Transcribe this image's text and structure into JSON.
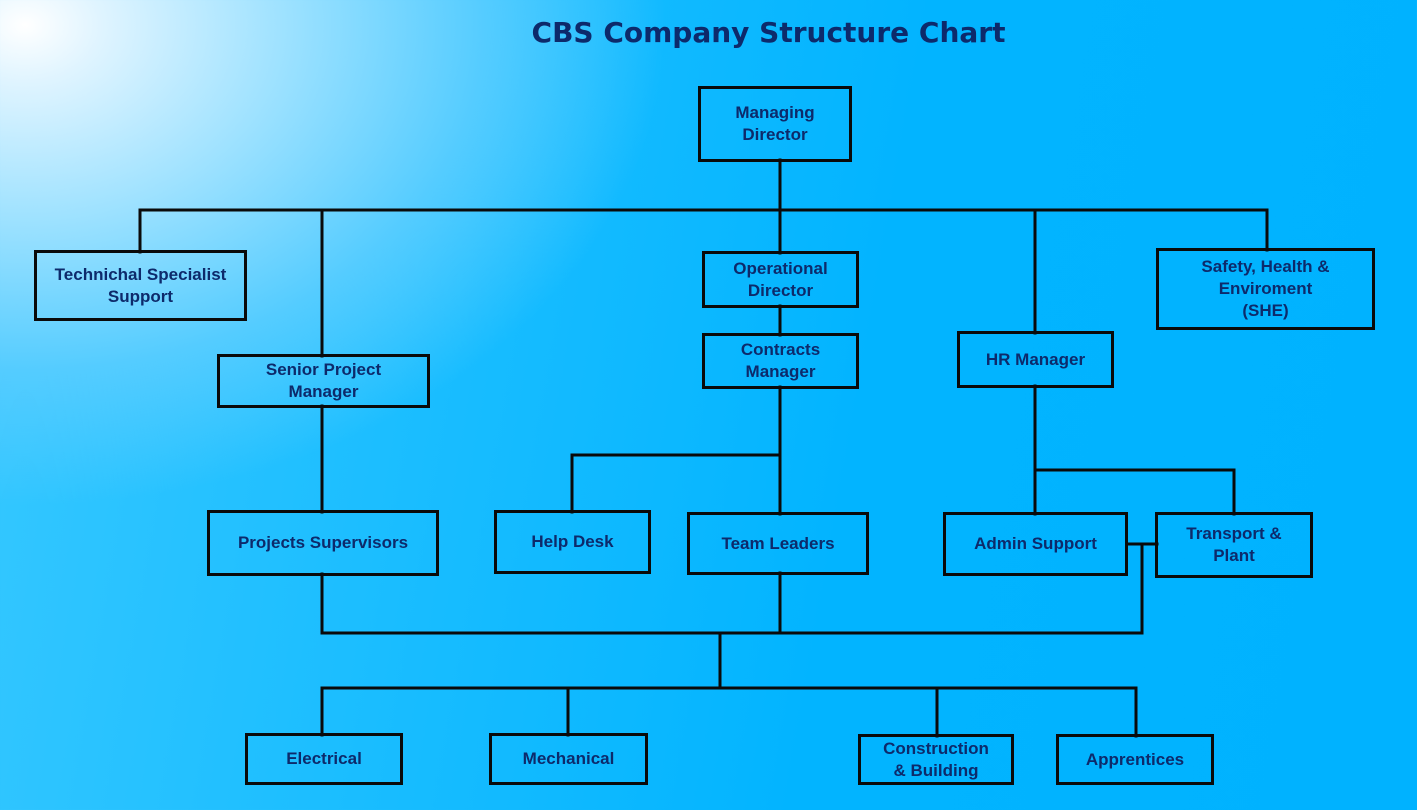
{
  "title": "CBS Company Structure Chart",
  "colors": {
    "text": "#0d2a6b",
    "lines": "#0a0a0a",
    "background": "#00b2ff"
  },
  "nodes": {
    "managing_director": "Managing\nDirector",
    "technical_specialist": "Technichal Specialist\nSupport",
    "operational_director": "Operational\nDirector",
    "she": "Safety, Health &\nEnviroment\n(SHE)",
    "contracts_manager": "Contracts\nManager",
    "hr_manager": "HR Manager",
    "senior_project_manager": "Senior Project\nManager",
    "projects_supervisors": "Projects Supervisors",
    "help_desk": "Help Desk",
    "team_leaders": "Team Leaders",
    "admin_support": "Admin Support",
    "transport_plant": "Transport &\nPlant",
    "electrical": "Electrical",
    "mechanical": "Mechanical",
    "construction_building": "Construction\n& Building",
    "apprentices": "Apprentices"
  }
}
